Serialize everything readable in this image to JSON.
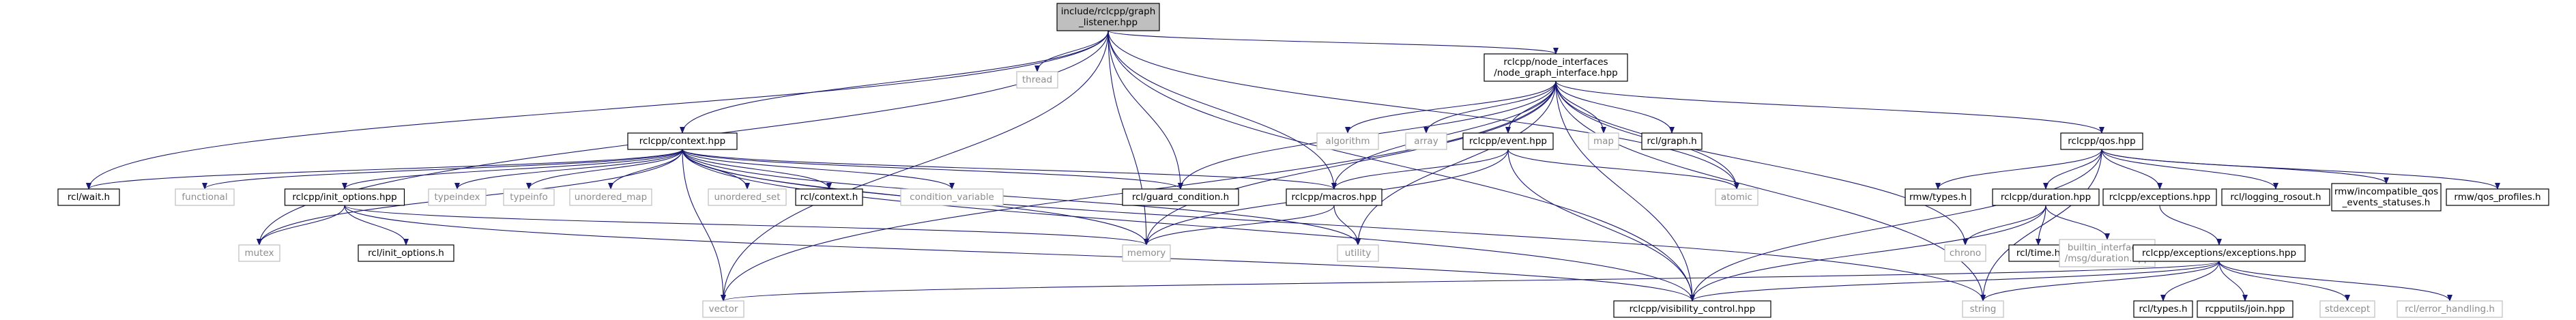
{
  "diagram": {
    "colors": {
      "edge": "#191970",
      "root_fill": "#bfbfbf",
      "external_border": "#bfbfbf",
      "external_text": "#8c8c8c"
    },
    "nodes": [
      {
        "id": "root",
        "lines": [
          "include/rclcpp/graph",
          "_listener.hpp"
        ],
        "kind": "root"
      },
      {
        "id": "thread",
        "lines": [
          "thread"
        ],
        "kind": "external"
      },
      {
        "id": "nodegraph",
        "lines": [
          "rclcpp/node_interfaces",
          "/node_graph_interface.hpp"
        ],
        "kind": "internal"
      },
      {
        "id": "context",
        "lines": [
          "rclcpp/context.hpp"
        ],
        "kind": "internal"
      },
      {
        "id": "wait",
        "lines": [
          "rcl/wait.h"
        ],
        "kind": "internal"
      },
      {
        "id": "functional",
        "lines": [
          "functional"
        ],
        "kind": "external"
      },
      {
        "id": "initopts",
        "lines": [
          "rclcpp/init_options.hpp"
        ],
        "kind": "internal"
      },
      {
        "id": "typeindex",
        "lines": [
          "typeindex"
        ],
        "kind": "external"
      },
      {
        "id": "typeinfo",
        "lines": [
          "typeinfo"
        ],
        "kind": "external"
      },
      {
        "id": "umap",
        "lines": [
          "unordered_map"
        ],
        "kind": "external"
      },
      {
        "id": "uset",
        "lines": [
          "unordered_set"
        ],
        "kind": "external"
      },
      {
        "id": "rclctx",
        "lines": [
          "rcl/context.h"
        ],
        "kind": "internal"
      },
      {
        "id": "condvar",
        "lines": [
          "condition_variable"
        ],
        "kind": "external"
      },
      {
        "id": "guard",
        "lines": [
          "rcl/guard_condition.h"
        ],
        "kind": "internal"
      },
      {
        "id": "macros",
        "lines": [
          "rclcpp/macros.hpp"
        ],
        "kind": "internal"
      },
      {
        "id": "mutex",
        "lines": [
          "mutex"
        ],
        "kind": "external"
      },
      {
        "id": "rclinitopts",
        "lines": [
          "rcl/init_options.h"
        ],
        "kind": "internal"
      },
      {
        "id": "memory",
        "lines": [
          "memory"
        ],
        "kind": "external"
      },
      {
        "id": "utility",
        "lines": [
          "utility"
        ],
        "kind": "external"
      },
      {
        "id": "algorithm",
        "lines": [
          "algorithm"
        ],
        "kind": "external"
      },
      {
        "id": "array",
        "lines": [
          "array"
        ],
        "kind": "external"
      },
      {
        "id": "event",
        "lines": [
          "rclcpp/event.hpp"
        ],
        "kind": "internal"
      },
      {
        "id": "map",
        "lines": [
          "map"
        ],
        "kind": "external"
      },
      {
        "id": "graphh",
        "lines": [
          "rcl/graph.h"
        ],
        "kind": "internal"
      },
      {
        "id": "atomic",
        "lines": [
          "atomic"
        ],
        "kind": "external"
      },
      {
        "id": "qos",
        "lines": [
          "rclcpp/qos.hpp"
        ],
        "kind": "internal"
      },
      {
        "id": "rmwtypes",
        "lines": [
          "rmw/types.h"
        ],
        "kind": "internal"
      },
      {
        "id": "duration",
        "lines": [
          "rclcpp/duration.hpp"
        ],
        "kind": "internal"
      },
      {
        "id": "exceptions",
        "lines": [
          "rclcpp/exceptions.hpp"
        ],
        "kind": "internal"
      },
      {
        "id": "logging",
        "lines": [
          "rcl/logging_rosout.h"
        ],
        "kind": "internal"
      },
      {
        "id": "incompat",
        "lines": [
          "rmw/incompatible_qos",
          "_events_statuses.h"
        ],
        "kind": "internal"
      },
      {
        "id": "qosprof",
        "lines": [
          "rmw/qos_profiles.h"
        ],
        "kind": "internal"
      },
      {
        "id": "chrono",
        "lines": [
          "chrono"
        ],
        "kind": "external"
      },
      {
        "id": "rcltime",
        "lines": [
          "rcl/time.h"
        ],
        "kind": "internal"
      },
      {
        "id": "builtin",
        "lines": [
          "builtin_interfaces",
          "/msg/duration.hpp"
        ],
        "kind": "external"
      },
      {
        "id": "excexc",
        "lines": [
          "rclcpp/exceptions/exceptions.hpp"
        ],
        "kind": "internal"
      },
      {
        "id": "vector",
        "lines": [
          "vector"
        ],
        "kind": "external"
      },
      {
        "id": "visibility",
        "lines": [
          "rclcpp/visibility_control.hpp"
        ],
        "kind": "internal"
      },
      {
        "id": "string",
        "lines": [
          "string"
        ],
        "kind": "external"
      },
      {
        "id": "rcltypes",
        "lines": [
          "rcl/types.h"
        ],
        "kind": "internal"
      },
      {
        "id": "rcpputils",
        "lines": [
          "rcpputils/join.hpp"
        ],
        "kind": "internal"
      },
      {
        "id": "stdexcept",
        "lines": [
          "stdexcept"
        ],
        "kind": "external"
      },
      {
        "id": "errhandling",
        "lines": [
          "rcl/error_handling.h"
        ],
        "kind": "external"
      }
    ],
    "edges": [
      [
        "root",
        "thread"
      ],
      [
        "root",
        "nodegraph"
      ],
      [
        "root",
        "context"
      ],
      [
        "root",
        "wait"
      ],
      [
        "root",
        "guard"
      ],
      [
        "root",
        "macros"
      ],
      [
        "root",
        "mutex"
      ],
      [
        "root",
        "memory"
      ],
      [
        "root",
        "atomic"
      ],
      [
        "root",
        "vector"
      ],
      [
        "root",
        "visibility"
      ],
      [
        "nodegraph",
        "algorithm"
      ],
      [
        "nodegraph",
        "array"
      ],
      [
        "nodegraph",
        "event"
      ],
      [
        "nodegraph",
        "map"
      ],
      [
        "nodegraph",
        "graphh"
      ],
      [
        "nodegraph",
        "guard"
      ],
      [
        "nodegraph",
        "macros"
      ],
      [
        "nodegraph",
        "qos"
      ],
      [
        "nodegraph",
        "chrono"
      ],
      [
        "nodegraph",
        "utility"
      ],
      [
        "nodegraph",
        "vector"
      ],
      [
        "nodegraph",
        "visibility"
      ],
      [
        "nodegraph",
        "string"
      ],
      [
        "nodegraph",
        "memory"
      ],
      [
        "nodegraph",
        "atomic"
      ],
      [
        "context",
        "wait"
      ],
      [
        "context",
        "functional"
      ],
      [
        "context",
        "initopts"
      ],
      [
        "context",
        "typeindex"
      ],
      [
        "context",
        "typeinfo"
      ],
      [
        "context",
        "umap"
      ],
      [
        "context",
        "uset"
      ],
      [
        "context",
        "rclctx"
      ],
      [
        "context",
        "condvar"
      ],
      [
        "context",
        "guard"
      ],
      [
        "context",
        "macros"
      ],
      [
        "context",
        "mutex"
      ],
      [
        "context",
        "memory"
      ],
      [
        "context",
        "utility"
      ],
      [
        "context",
        "vector"
      ],
      [
        "context",
        "visibility"
      ],
      [
        "context",
        "string"
      ],
      [
        "initopts",
        "mutex"
      ],
      [
        "initopts",
        "rclinitopts"
      ],
      [
        "initopts",
        "memory"
      ],
      [
        "initopts",
        "visibility"
      ],
      [
        "macros",
        "memory"
      ],
      [
        "macros",
        "utility"
      ],
      [
        "event",
        "macros"
      ],
      [
        "event",
        "atomic"
      ],
      [
        "event",
        "memory"
      ],
      [
        "event",
        "visibility"
      ],
      [
        "qos",
        "rmwtypes"
      ],
      [
        "qos",
        "duration"
      ],
      [
        "qos",
        "exceptions"
      ],
      [
        "qos",
        "logging"
      ],
      [
        "qos",
        "incompat"
      ],
      [
        "qos",
        "qosprof"
      ],
      [
        "qos",
        "visibility"
      ],
      [
        "qos",
        "string"
      ],
      [
        "duration",
        "chrono"
      ],
      [
        "duration",
        "rcltime"
      ],
      [
        "duration",
        "builtin"
      ],
      [
        "duration",
        "visibility"
      ],
      [
        "exceptions",
        "excexc"
      ],
      [
        "excexc",
        "vector"
      ],
      [
        "excexc",
        "visibility"
      ],
      [
        "excexc",
        "string"
      ],
      [
        "excexc",
        "rcltypes"
      ],
      [
        "excexc",
        "rcpputils"
      ],
      [
        "excexc",
        "stdexcept"
      ],
      [
        "excexc",
        "errhandling"
      ]
    ]
  }
}
